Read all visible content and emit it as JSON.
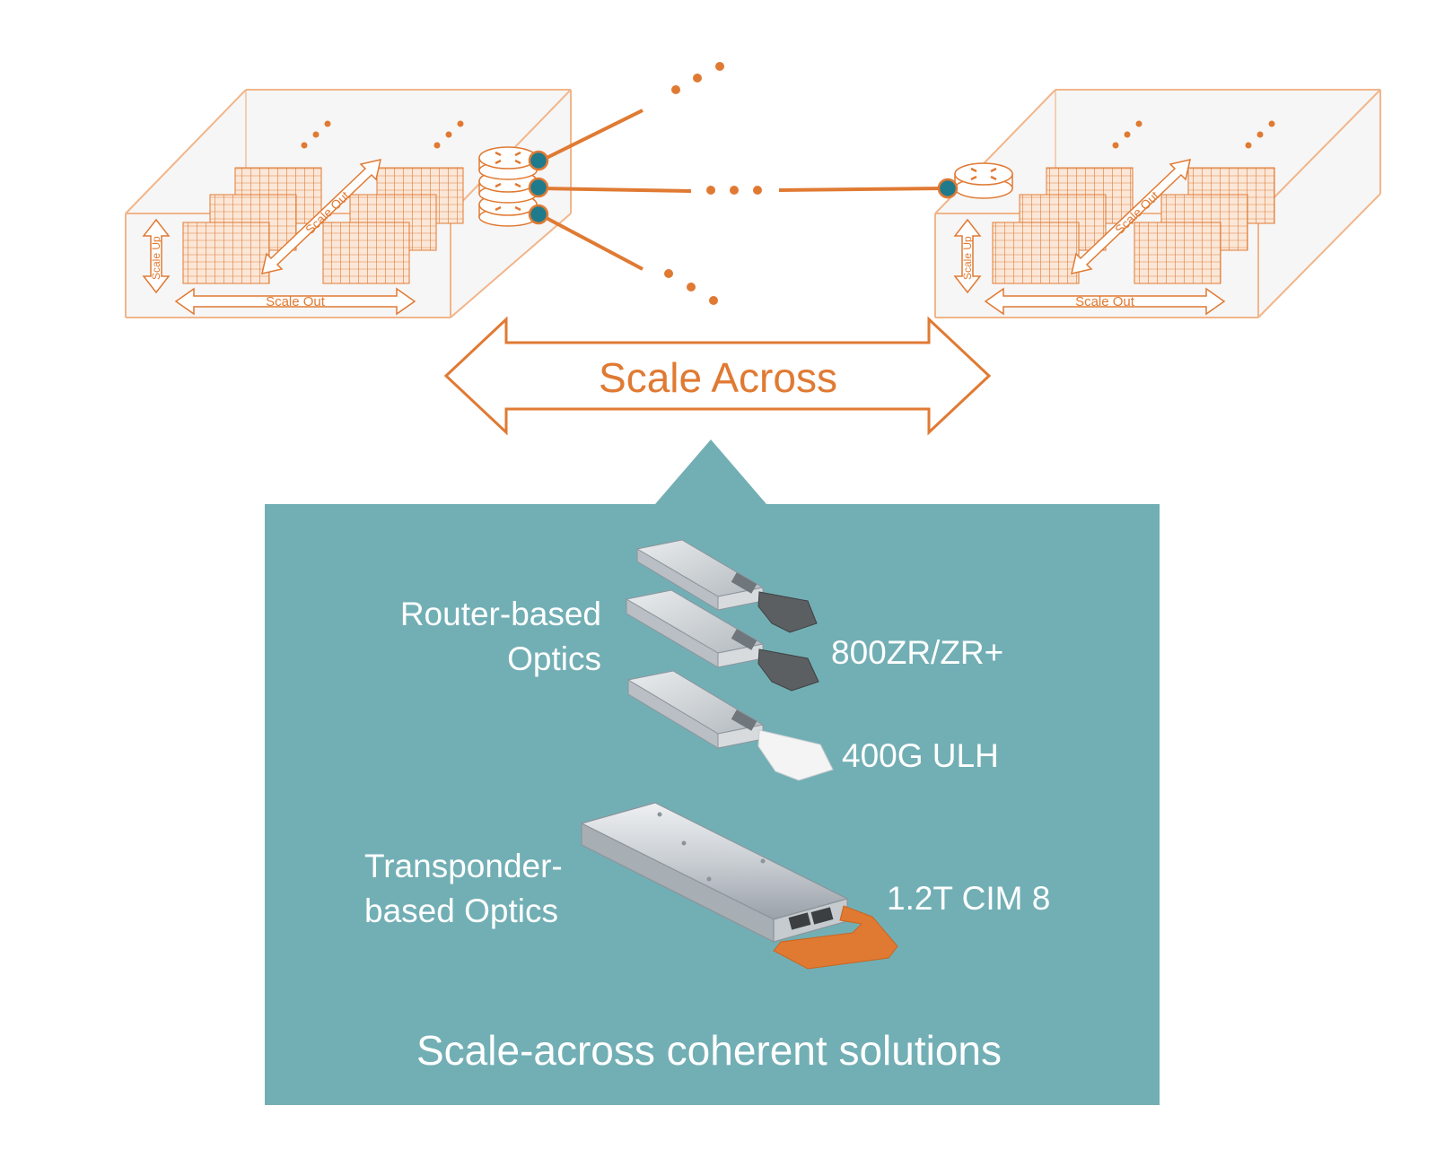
{
  "colors": {
    "accent": "#e07a33",
    "accent_light": "#f2b58a",
    "panel": "#72afb5",
    "port": "#1f7a8c",
    "text_light": "#ffffff"
  },
  "left_datacenter": {
    "scale_up_label": "Scale Up",
    "scale_out_diag_label": "Scale Out",
    "scale_out_label": "Scale Out"
  },
  "right_datacenter": {
    "scale_up_label": "Scale Up",
    "scale_out_diag_label": "Scale Out",
    "scale_out_label": "Scale Out"
  },
  "scale_across_label": "Scale Across",
  "panel": {
    "title": "Scale-across coherent solutions",
    "router_group": {
      "label_line1": "Router-based",
      "label_line2": "Optics"
    },
    "transponder_group": {
      "label_line1": "Transponder-",
      "label_line2": "based Optics"
    },
    "products": {
      "p800": "800ZR/ZR+",
      "p400": "400G ULH",
      "p12t": "1.2T CIM 8"
    }
  },
  "icons": {
    "router_stack": "router-icon",
    "router_single": "router-icon",
    "module": "pluggable-optic-module",
    "transponder": "transponder-module"
  }
}
